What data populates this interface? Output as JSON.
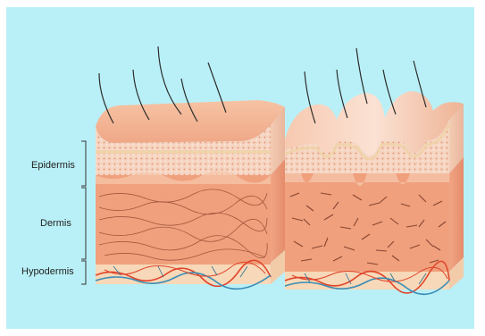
{
  "colors": {
    "background": "#b9f0f7",
    "stratum_surface": "#f3b89a",
    "epidermis": "#f7d8c4",
    "dermis": "#f0a07c",
    "hypodermis": "#f7d8b8",
    "vessel_red": "#e0452b",
    "vessel_blue": "#3a8db5",
    "hair": "#2b2b2b"
  },
  "labels": {
    "epidermis": "Epidermis",
    "dermis": "Dermis",
    "hypodermis": "Hypodermis"
  },
  "panels": [
    {
      "id": "young-skin",
      "surface": "smooth",
      "collagen": "long-wavy-fibers"
    },
    {
      "id": "aged-skin",
      "surface": "wrinkled",
      "collagen": "short-fragmented-fibers"
    }
  ]
}
